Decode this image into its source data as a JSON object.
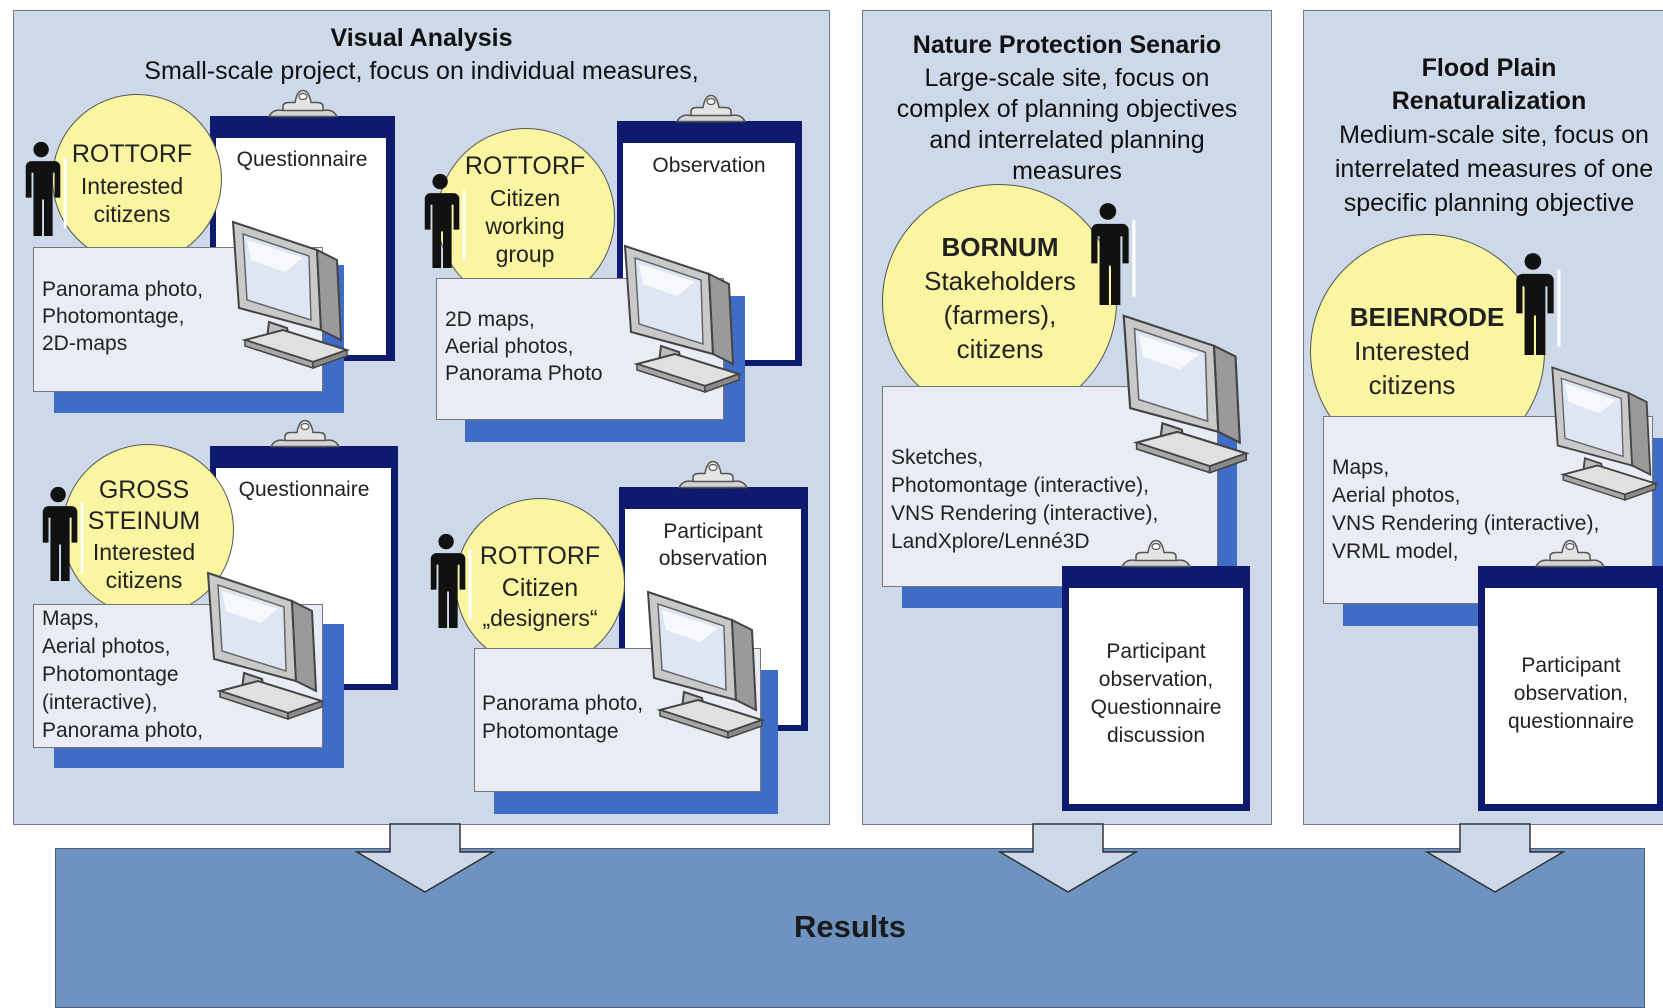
{
  "results": {
    "label": "Results"
  },
  "panels": [
    {
      "title": "Visual Analysis",
      "subtitle": "Small-scale project, focus on individual measures,",
      "groups": [
        {
          "site": "ROTTORF",
          "participants": [
            "Interested",
            "citizens"
          ],
          "method": "Questionnaire",
          "media": [
            "Panorama photo,",
            "Photomontage,",
            "2D-maps"
          ]
        },
        {
          "site": "ROTTORF",
          "participants": [
            "Citizen",
            "working",
            "group"
          ],
          "method": "Observation",
          "media": [
            "2D maps,",
            "Aerial photos,",
            "Panorama Photo"
          ]
        },
        {
          "site": [
            "GROSS",
            "STEINUM"
          ],
          "participants": [
            "Interested",
            "citizens"
          ],
          "method": "Questionnaire",
          "media": [
            "Maps,",
            "Aerial photos,",
            "Photomontage",
            "(interactive),",
            "Panorama photo,"
          ]
        },
        {
          "site": "ROTTORF",
          "participants": [
            "Citizen",
            "„designers“"
          ],
          "method": [
            "Participant",
            "observation"
          ],
          "media": [
            "Panorama photo,",
            "Photomontage"
          ]
        }
      ]
    },
    {
      "title": "Nature Protection Senario",
      "subtitle": [
        "Large-scale site, focus on",
        "complex of planning objectives",
        "and interrelated planning",
        "measures"
      ],
      "site": "BORNUM",
      "participants": [
        "Stakeholders",
        "(farmers),",
        "citizens"
      ],
      "media": [
        "Sketches,",
        "Photomontage (interactive),",
        "VNS Rendering (interactive),",
        "LandXplore/Lenné3D"
      ],
      "method": [
        "Participant",
        "observation,",
        "Questionnaire",
        "discussion"
      ]
    },
    {
      "title": [
        "Flood Plain",
        "Renaturalization"
      ],
      "subtitle": [
        "Medium-scale site, focus on",
        "interrelated measures of one",
        "specific planning objective"
      ],
      "site": "BEIENRODE",
      "participants": [
        "Interested",
        "citizens"
      ],
      "media": [
        "Maps,",
        "Aerial photos,",
        "VNS Rendering (interactive),",
        "VRML model,"
      ],
      "method": [
        "Participant",
        "observation,",
        "questionnaire"
      ]
    }
  ],
  "icons": [
    "person-icon",
    "clipboard-icon",
    "monitor-icon",
    "arrow-down-icon"
  ]
}
